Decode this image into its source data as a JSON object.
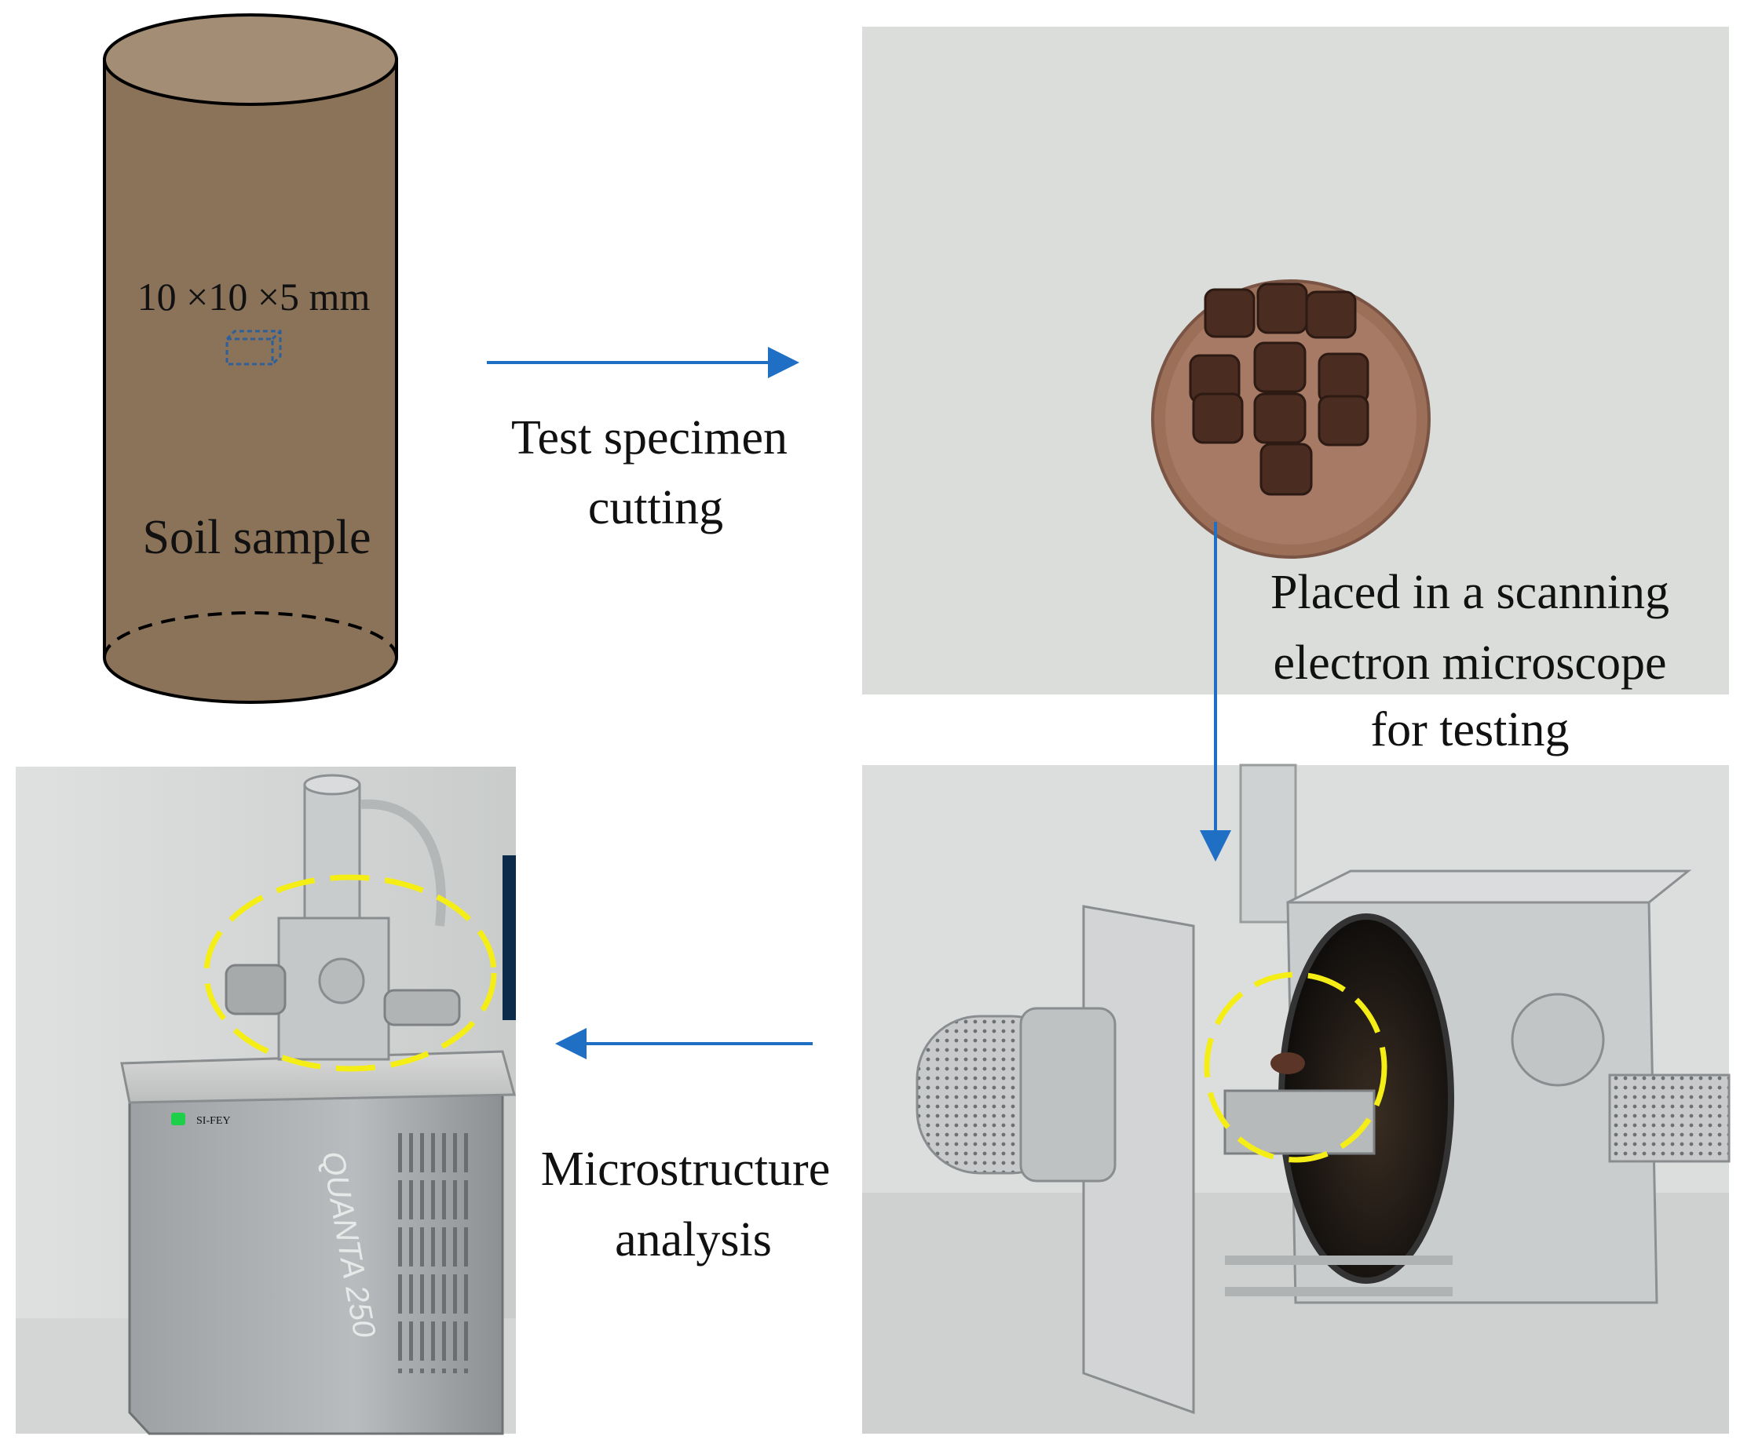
{
  "soil_sample": {
    "dimension_label": "10 ×10 ×5 mm",
    "label": "Soil sample"
  },
  "steps": {
    "cutting": {
      "line1": "Test specimen",
      "line2": "cutting"
    },
    "placing": {
      "line1": "Placed in a scanning",
      "line2": "electron microscope",
      "line3": "for testing"
    },
    "analysis": {
      "line1": "Microstructure",
      "line2": "analysis"
    }
  },
  "microscope": {
    "brand_text": "QUANTA 250",
    "power_label": "SI-FEY"
  },
  "colors": {
    "cylinder": "#8b735a",
    "cylinder_top": "#a38d75",
    "arrow": "#1f6fc5",
    "highlight": "#f5ee16",
    "specimen": "#4a2c21"
  }
}
